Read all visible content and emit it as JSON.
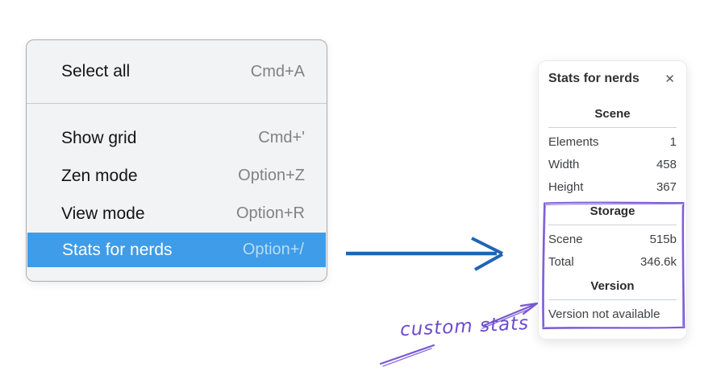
{
  "menu": {
    "items": [
      {
        "label": "Select all",
        "shortcut": "Cmd+A"
      },
      {
        "label": "Show grid",
        "shortcut": "Cmd+'"
      },
      {
        "label": "Zen mode",
        "shortcut": "Option+Z"
      },
      {
        "label": "View mode",
        "shortcut": "Option+R"
      },
      {
        "label": "Stats for nerds",
        "shortcut": "Option+/",
        "selected": true
      }
    ]
  },
  "stats_panel": {
    "title": "Stats for nerds",
    "close_icon": "✕",
    "scene_section": {
      "header": "Scene",
      "rows": [
        {
          "label": "Elements",
          "value": "1"
        },
        {
          "label": "Width",
          "value": "458"
        },
        {
          "label": "Height",
          "value": "367"
        }
      ]
    },
    "storage_section": {
      "header": "Storage",
      "rows": [
        {
          "label": "Scene",
          "value": "515b"
        },
        {
          "label": "Total",
          "value": "346.6k"
        }
      ]
    },
    "version_section": {
      "header": "Version",
      "note": "Version not available"
    }
  },
  "annotation": {
    "label": "custom stats"
  },
  "colors": {
    "menu_highlight": "#3f9ce8",
    "arrow_blue": "#2065b4",
    "annotation_purple": "#7a57d1"
  }
}
